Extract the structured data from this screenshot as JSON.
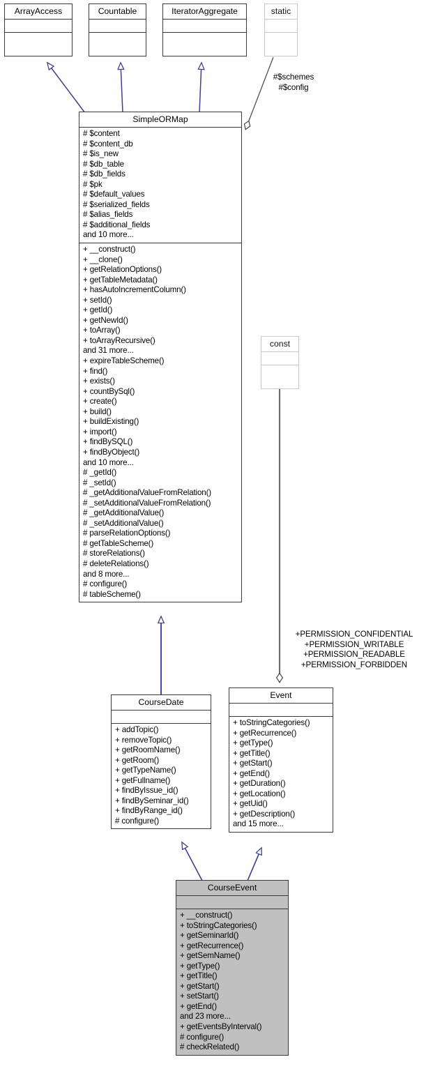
{
  "diagram": {
    "kind": "uml-class-diagram",
    "colors": {
      "inheritance_arrow": "#3f3f8f",
      "association_line": "#6b6b6b",
      "aggregation_line": "#4a4a4a",
      "box_border": "#2b2b2b",
      "faint_border": "#c8c8c8",
      "highlight_fill": "#c0c0c0",
      "background": "#ffffff"
    }
  },
  "classes": {
    "array_access": {
      "name": "ArrayAccess",
      "attributes": [],
      "methods": []
    },
    "countable": {
      "name": "Countable",
      "attributes": [],
      "methods": []
    },
    "iterator_aggregate": {
      "name": "IteratorAggregate",
      "attributes": [],
      "methods": []
    },
    "static_box": {
      "name": "static",
      "attributes": [],
      "methods": []
    },
    "const_box": {
      "name": "const",
      "attributes": [],
      "methods": []
    },
    "simple_ormap": {
      "name": "SimpleORMap",
      "attributes": [
        "# $content",
        "# $content_db",
        "# $is_new",
        "# $db_table",
        "# $db_fields",
        "# $pk",
        "# $default_values",
        "# $serialized_fields",
        "# $alias_fields",
        "# $additional_fields",
        "and 10 more..."
      ],
      "methods": [
        "+ __construct()",
        "+ __clone()",
        "+ getRelationOptions()",
        "+ getTableMetadata()",
        "+ hasAutoIncrementColumn()",
        "+ setId()",
        "+ getId()",
        "+ getNewId()",
        "+ toArray()",
        "+ toArrayRecursive()",
        "and 31 more...",
        "+ expireTableScheme()",
        "+ find()",
        "+ exists()",
        "+ countBySql()",
        "+ create()",
        "+ build()",
        "+ buildExisting()",
        "+ import()",
        "+ findBySQL()",
        "+ findByObject()",
        "and 10 more...",
        "# _getId()",
        "# _setId()",
        "# _getAdditionalValueFromRelation()",
        "# _setAdditionalValueFromRelation()",
        "# _getAdditionalValue()",
        "# _setAdditionalValue()",
        "# parseRelationOptions()",
        "# getTableScheme()",
        "# storeRelations()",
        "# deleteRelations()",
        "and 8 more...",
        "# configure()",
        "# tableScheme()"
      ]
    },
    "course_date": {
      "name": "CourseDate",
      "attributes": [],
      "methods": [
        "+ addTopic()",
        "+ removeTopic()",
        "+ getRoomName()",
        "+ getRoom()",
        "+ getTypeName()",
        "+ getFullname()",
        "+ findByIssue_id()",
        "+ findBySeminar_id()",
        "+ findByRange_id()",
        "# configure()"
      ]
    },
    "event": {
      "name": "Event",
      "attributes": [],
      "methods": [
        "+ toStringCategories()",
        "+ getRecurrence()",
        "+ getType()",
        "+ getTitle()",
        "+ getStart()",
        "+ getEnd()",
        "+ getDuration()",
        "+ getLocation()",
        "+ getUid()",
        "+ getDescription()",
        "and 15 more..."
      ]
    },
    "course_event": {
      "name": "CourseEvent",
      "attributes": [],
      "methods": [
        "+ __construct()",
        "+ toStringCategories()",
        "+ getSeminarId()",
        "+ getRecurrence()",
        "+ getSemName()",
        "+ getType()",
        "+ getTitle()",
        "+ getStart()",
        "+ setStart()",
        "+ getEnd()",
        "and 23 more...",
        "+ getEventsByInterval()",
        "# configure()",
        "# checkRelated()"
      ]
    }
  },
  "edge_labels": {
    "static_members": [
      "#$schemes",
      "#$config"
    ],
    "const_members": [
      "+PERMISSION_CONFIDENTIAL",
      "+PERMISSION_WRITABLE",
      "+PERMISSION_READABLE",
      "+PERMISSION_FORBIDDEN"
    ]
  }
}
